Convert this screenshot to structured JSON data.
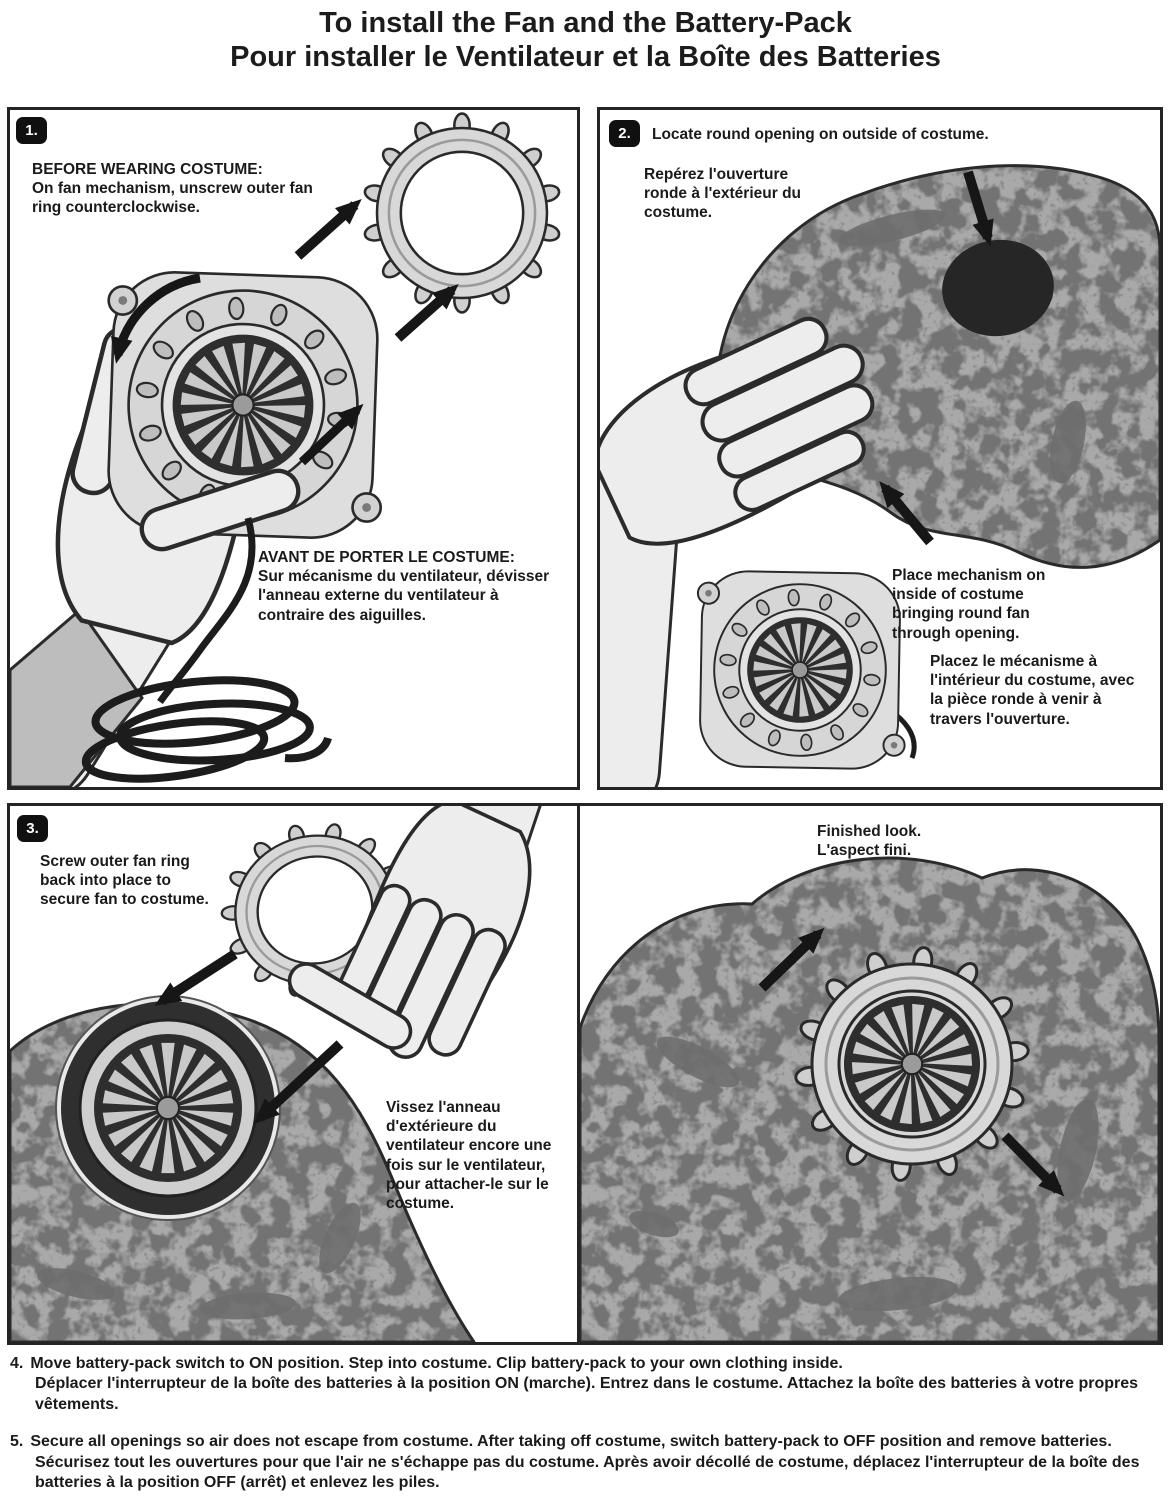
{
  "title": {
    "en": "To install the Fan and the Battery-Pack",
    "fr": "Pour installer le Ventilateur et la Boîte des Batteries"
  },
  "panels": {
    "step1": {
      "badge": "1.",
      "en_heading": "BEFORE WEARING COSTUME:",
      "en_body": "On fan mechanism, unscrew outer fan ring counterclockwise.",
      "fr_heading": "AVANT DE PORTER LE COSTUME:",
      "fr_body": "Sur mécanisme du ventilateur, dévisser l'anneau externe du ventilateur à contraire des aiguilles."
    },
    "step2": {
      "badge": "2.",
      "en_locate": "Locate round opening on outside of costume.",
      "fr_locate": "Repérez l'ouverture ronde à l'extérieur du costume.",
      "en_place": "Place mechanism on inside of costume bringing round fan through opening.",
      "fr_place": "Placez le mécanisme à l'intérieur du costume, avec la pièce ronde à venir à travers l'ouverture."
    },
    "step3": {
      "badge": "3.",
      "en_body": "Screw outer fan ring back into place to secure fan to costume.",
      "fr_body": "Vissez l'anneau d'extérieure du ventilateur encore une fois sur le ventilateur, pour attacher-le sur le costume."
    },
    "step4": {
      "en_caption": "Finished look.",
      "fr_caption": "L'aspect fini."
    }
  },
  "footer": {
    "items": [
      {
        "num": "4.",
        "en": "Move battery-pack switch to ON position. Step into costume. Clip battery-pack to your own clothing inside.",
        "fr": "Déplacer l'interrupteur de la boîte des batteries à la position ON (marche). Entrez dans le costume. Attachez la boîte des batteries à votre propres vêtements."
      },
      {
        "num": "5.",
        "en": "Secure all openings so air does not escape from costume. After taking off costume, switch battery-pack to OFF position and remove batteries.",
        "fr": "Sécurisez tout les ouvertures pour que l'air ne s'échappe pas du costume. Après avoir décollé de costume, déplacez l'interrupteur de la boîte des batteries à la position OFF (arrêt) et enlevez les piles."
      }
    ]
  },
  "colors": {
    "text": "#1c1c1c",
    "panel_border": "#242424",
    "costume_gray": "#a9a9a9",
    "costume_spot_gray": "#737373",
    "arrow_black": "#161616"
  },
  "illustrations": {
    "step1": [
      "hand-holding-fan-mechanism",
      "outer-fan-ring",
      "counterclockwise-arrow",
      "power-cord-coil"
    ],
    "step2": [
      "hand-holding-costume",
      "round-opening",
      "fan-mechanism",
      "direction-arrows"
    ],
    "step3": [
      "fan-installed-in-costume",
      "hand-holding-outer-ring",
      "direction-arrows"
    ],
    "step4": [
      "fan-secured-with-outer-ring",
      "direction-arrows"
    ]
  }
}
